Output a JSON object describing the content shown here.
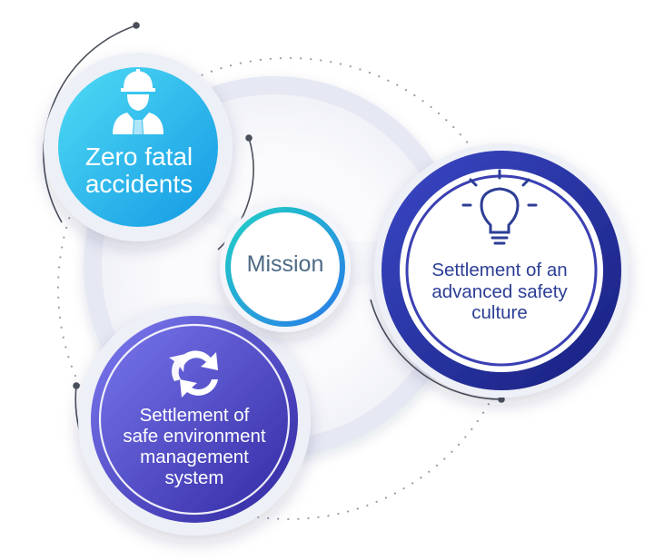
{
  "diagram": {
    "center": {
      "label": "Mission"
    },
    "nodes": [
      {
        "id": "zero-fatal",
        "lines": [
          "Zero fatal",
          "accidents"
        ],
        "icon": "worker-icon"
      },
      {
        "id": "safety-culture",
        "lines": [
          "Settlement of an",
          "advanced safety",
          "culture"
        ],
        "icon": "lightbulb-icon"
      },
      {
        "id": "safe-env",
        "lines": [
          "Settlement of",
          "safe environment",
          "management",
          "system"
        ],
        "icon": "refresh-cycle-icon"
      }
    ]
  },
  "colors": {
    "cyan_light": "#47d3f2",
    "cyan_dark": "#16a0e6",
    "navy_light": "#3a3fb8",
    "navy_dark": "#1f2a8c",
    "violet_light": "#6f6fe6",
    "violet_dark": "#3b33a6",
    "ring": "#e9ebf5",
    "mission_text": "#4e6a86",
    "culture_text": "#2c3e96"
  }
}
